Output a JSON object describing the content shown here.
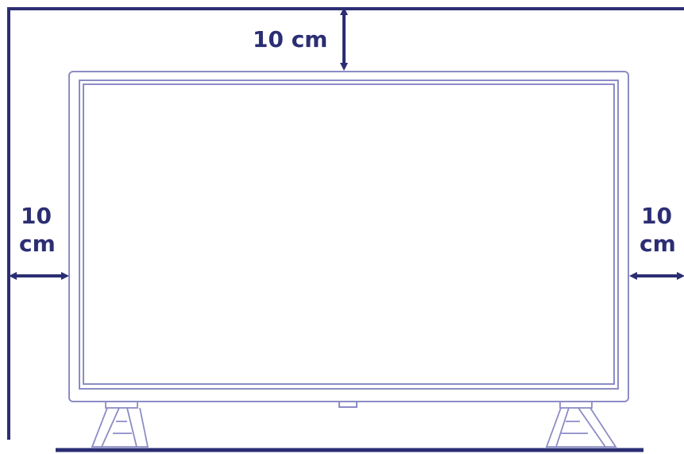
{
  "colors": {
    "wall": "#2b2e73",
    "tv_outline": "#8c8cc6",
    "label": "#2b2e73"
  },
  "labels": {
    "top": "10 cm",
    "left_number": "10",
    "left_unit": "cm",
    "right_number": "10",
    "right_unit": "cm"
  }
}
